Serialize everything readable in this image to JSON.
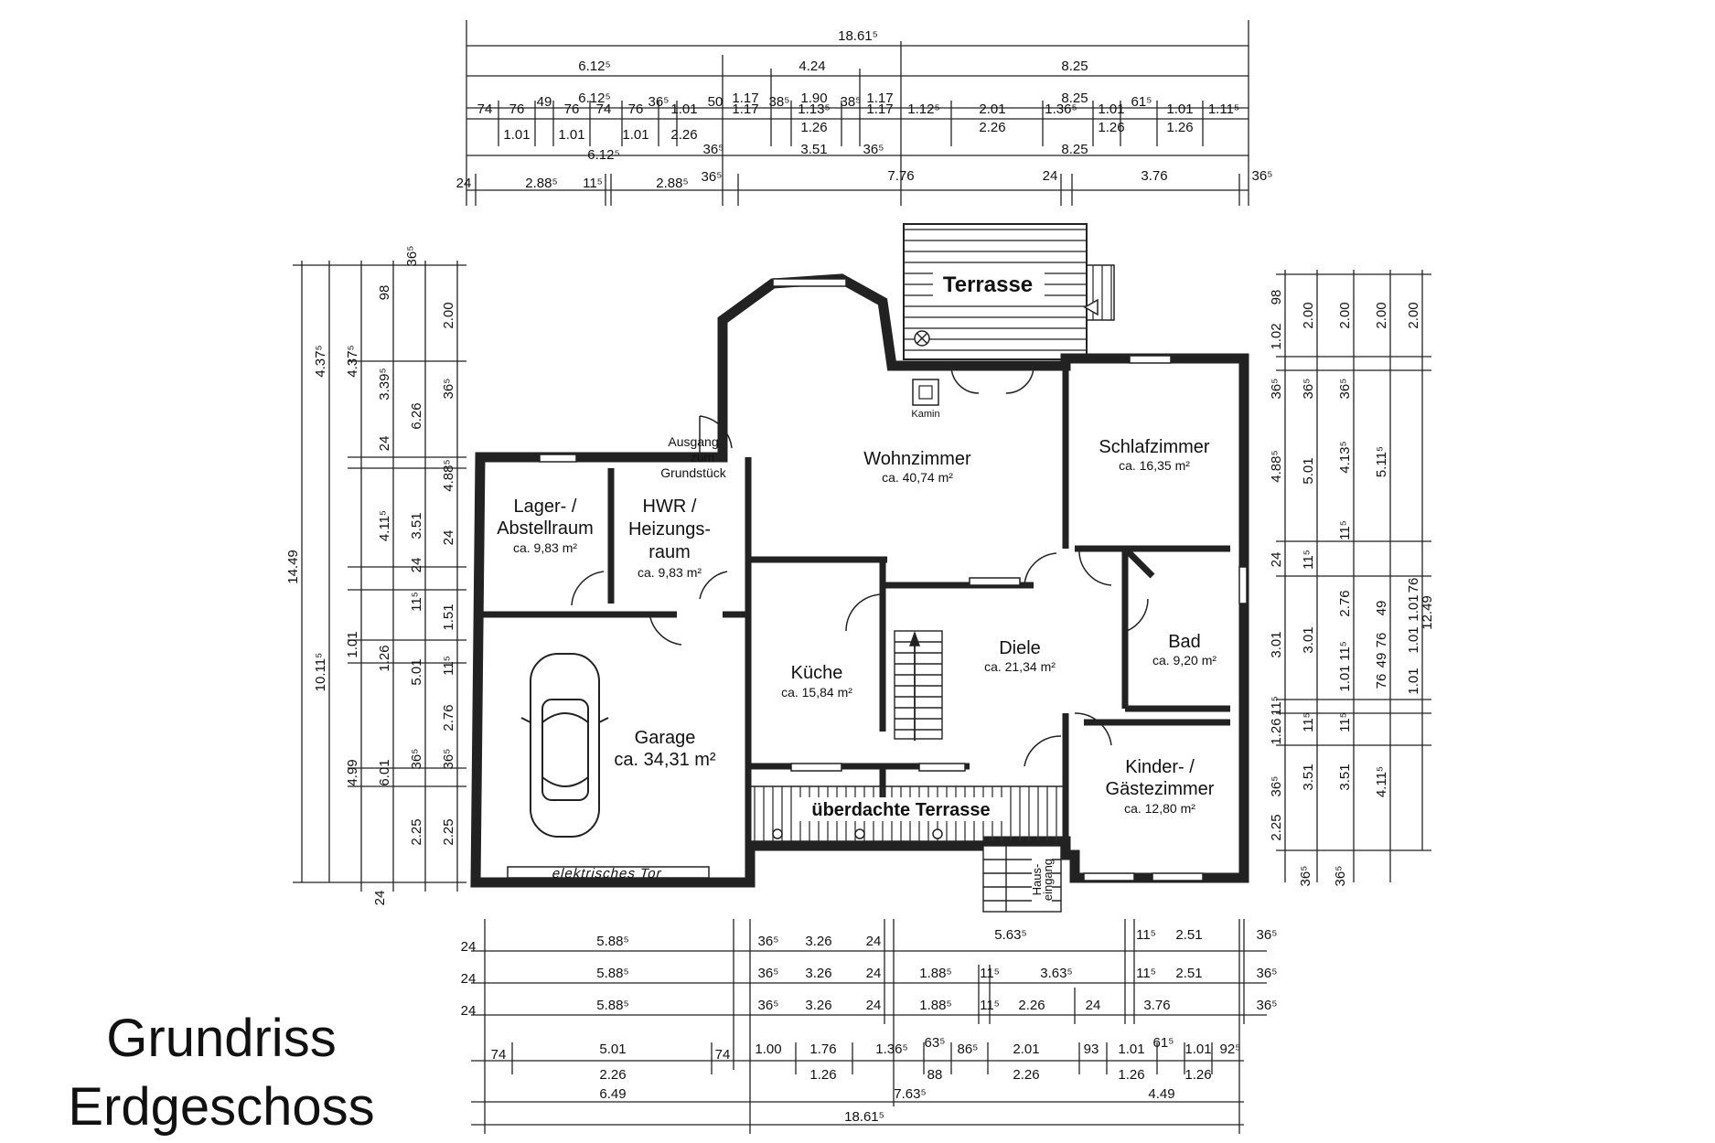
{
  "title": {
    "line1": "Grundriss",
    "line2": "Erdgeschoss"
  },
  "rooms": {
    "terrasse": "Terrasse",
    "kamin": "Kamin",
    "wohnzimmer": {
      "name": "Wohnzimmer",
      "area": "ca. 40,74 m²"
    },
    "schlafzimmer": {
      "name": "Schlafzimmer",
      "area": "ca. 16,35 m²"
    },
    "ausgang": {
      "l1": "Ausgang",
      "l2": "zum",
      "l3": "Grundstück"
    },
    "lager": {
      "l1": "Lager- /",
      "l2": "Abstellraum",
      "area": "ca. 9,83 m²"
    },
    "hwr": {
      "l1": "HWR /",
      "l2": "Heizungs-",
      "l3": "raum",
      "area": "ca. 9,83 m²"
    },
    "diele": {
      "name": "Diele",
      "area": "ca. 21,34 m²"
    },
    "bad": {
      "name": "Bad",
      "area": "ca. 9,20 m²"
    },
    "kueche": {
      "name": "Küche",
      "area": "ca. 15,84 m²"
    },
    "garage": {
      "name": "Garage",
      "area": "ca. 34,31 m²"
    },
    "kinder": {
      "l1": "Kinder- /",
      "l2": "Gästezimmer",
      "area": "ca. 12,80 m²"
    },
    "ueberdachte_terrasse": "überdachte Terrasse",
    "hauseingang": {
      "l1": "Haus-",
      "l2": "eingang"
    },
    "tor": "elektrisches Tor"
  },
  "dimensions": {
    "top": {
      "r1": [
        "18.61⁵"
      ],
      "r2": [
        "6.12⁵",
        "4.24",
        "8.25"
      ],
      "r3": [
        "6.12⁵",
        "1.17",
        "1.90",
        "1.17",
        "8.25"
      ],
      "r4": [
        "74",
        "76",
        "49",
        "76",
        "74",
        "76",
        "36⁵",
        "1.01",
        "50",
        "1.17",
        "38⁵",
        "1.13⁵",
        "38⁵",
        "1.17",
        "1.12⁵",
        "2.01",
        "1.36⁵",
        "1.01",
        "61⁵",
        "1.01",
        "1.11⁵"
      ],
      "r4b": [
        "1.01",
        "1.01",
        "1.01",
        "2.26",
        "1.26",
        "2.26",
        "1.26",
        "1.26"
      ],
      "r5": [
        "6.12⁵",
        "36⁵",
        "3.51",
        "36⁵",
        "8.25"
      ],
      "r6": [
        "24",
        "2.88⁵",
        "11⁵",
        "2.88⁵",
        "36⁵",
        "7.76",
        "24",
        "3.76",
        "36⁵"
      ]
    },
    "bottom": {
      "r1": [
        "24",
        "5.88⁵",
        "36⁵",
        "3.26",
        "24",
        "5.63⁵",
        "11⁵",
        "2.51",
        "36⁵"
      ],
      "r2": [
        "24",
        "5.88⁵",
        "36⁵",
        "3.26",
        "24",
        "1.88⁵",
        "11⁵",
        "3.63⁵",
        "11⁵",
        "2.51",
        "36⁵"
      ],
      "r3": [
        "24",
        "5.88⁵",
        "36⁵",
        "3.26",
        "24",
        "1.88⁵",
        "11⁵",
        "2.26",
        "24",
        "3.76",
        "36⁵"
      ],
      "r4": [
        "74",
        "5.01",
        "74",
        "1.00",
        "1.76",
        "1.36⁵",
        "63⁵",
        "86⁵",
        "2.01",
        "93",
        "1.01",
        "61⁵",
        "1.01",
        "92⁵"
      ],
      "r4b": [
        "2.26",
        "1.26",
        "88",
        "2.26",
        "1.26",
        "1.26"
      ],
      "r5": [
        "6.49",
        "7.63⁵",
        "4.49"
      ],
      "r6": [
        "18.61⁵"
      ]
    },
    "left": {
      "c1": [
        "14.49"
      ],
      "c2": [
        "4.37⁵",
        "10.11⁵"
      ],
      "c3": [
        "4.37⁵",
        "1.01",
        "4.99"
      ],
      "c4": [
        "98",
        "3.39⁵",
        "24",
        "4.11⁵",
        "1.26",
        "6.01",
        "24"
      ],
      "c5": [
        "6.26",
        "3.51",
        "11⁵",
        "5.01",
        "36⁵",
        "2.25"
      ],
      "c6": [
        "36⁵",
        "2.00",
        "36⁵",
        "4.88⁵",
        "24",
        "24",
        "1.51",
        "11⁵",
        "2.76",
        "36⁵",
        "2.25"
      ]
    },
    "right": {
      "c1": [
        "98",
        "1.02",
        "36⁵",
        "4.88⁵",
        "24",
        "3.01",
        "11⁵",
        "1.26",
        "36⁵",
        "2.25",
        "36⁵"
      ],
      "c2": [
        "2.00",
        "36⁵",
        "5.01",
        "11⁵",
        "3.01",
        "11⁵",
        "3.51",
        "36⁵"
      ],
      "c3": [
        "2.00",
        "36⁵",
        "4.13⁵",
        "11⁵",
        "2.76",
        "11⁵",
        "1.01",
        "11⁵",
        "3.51"
      ],
      "c4": [
        "2.00",
        "5.11⁵",
        "49",
        "76",
        "49",
        "76",
        "4.11⁵"
      ],
      "c5": [
        "2.00",
        "76",
        "1.01",
        "1.01",
        "1.01",
        "12.49"
      ]
    }
  }
}
